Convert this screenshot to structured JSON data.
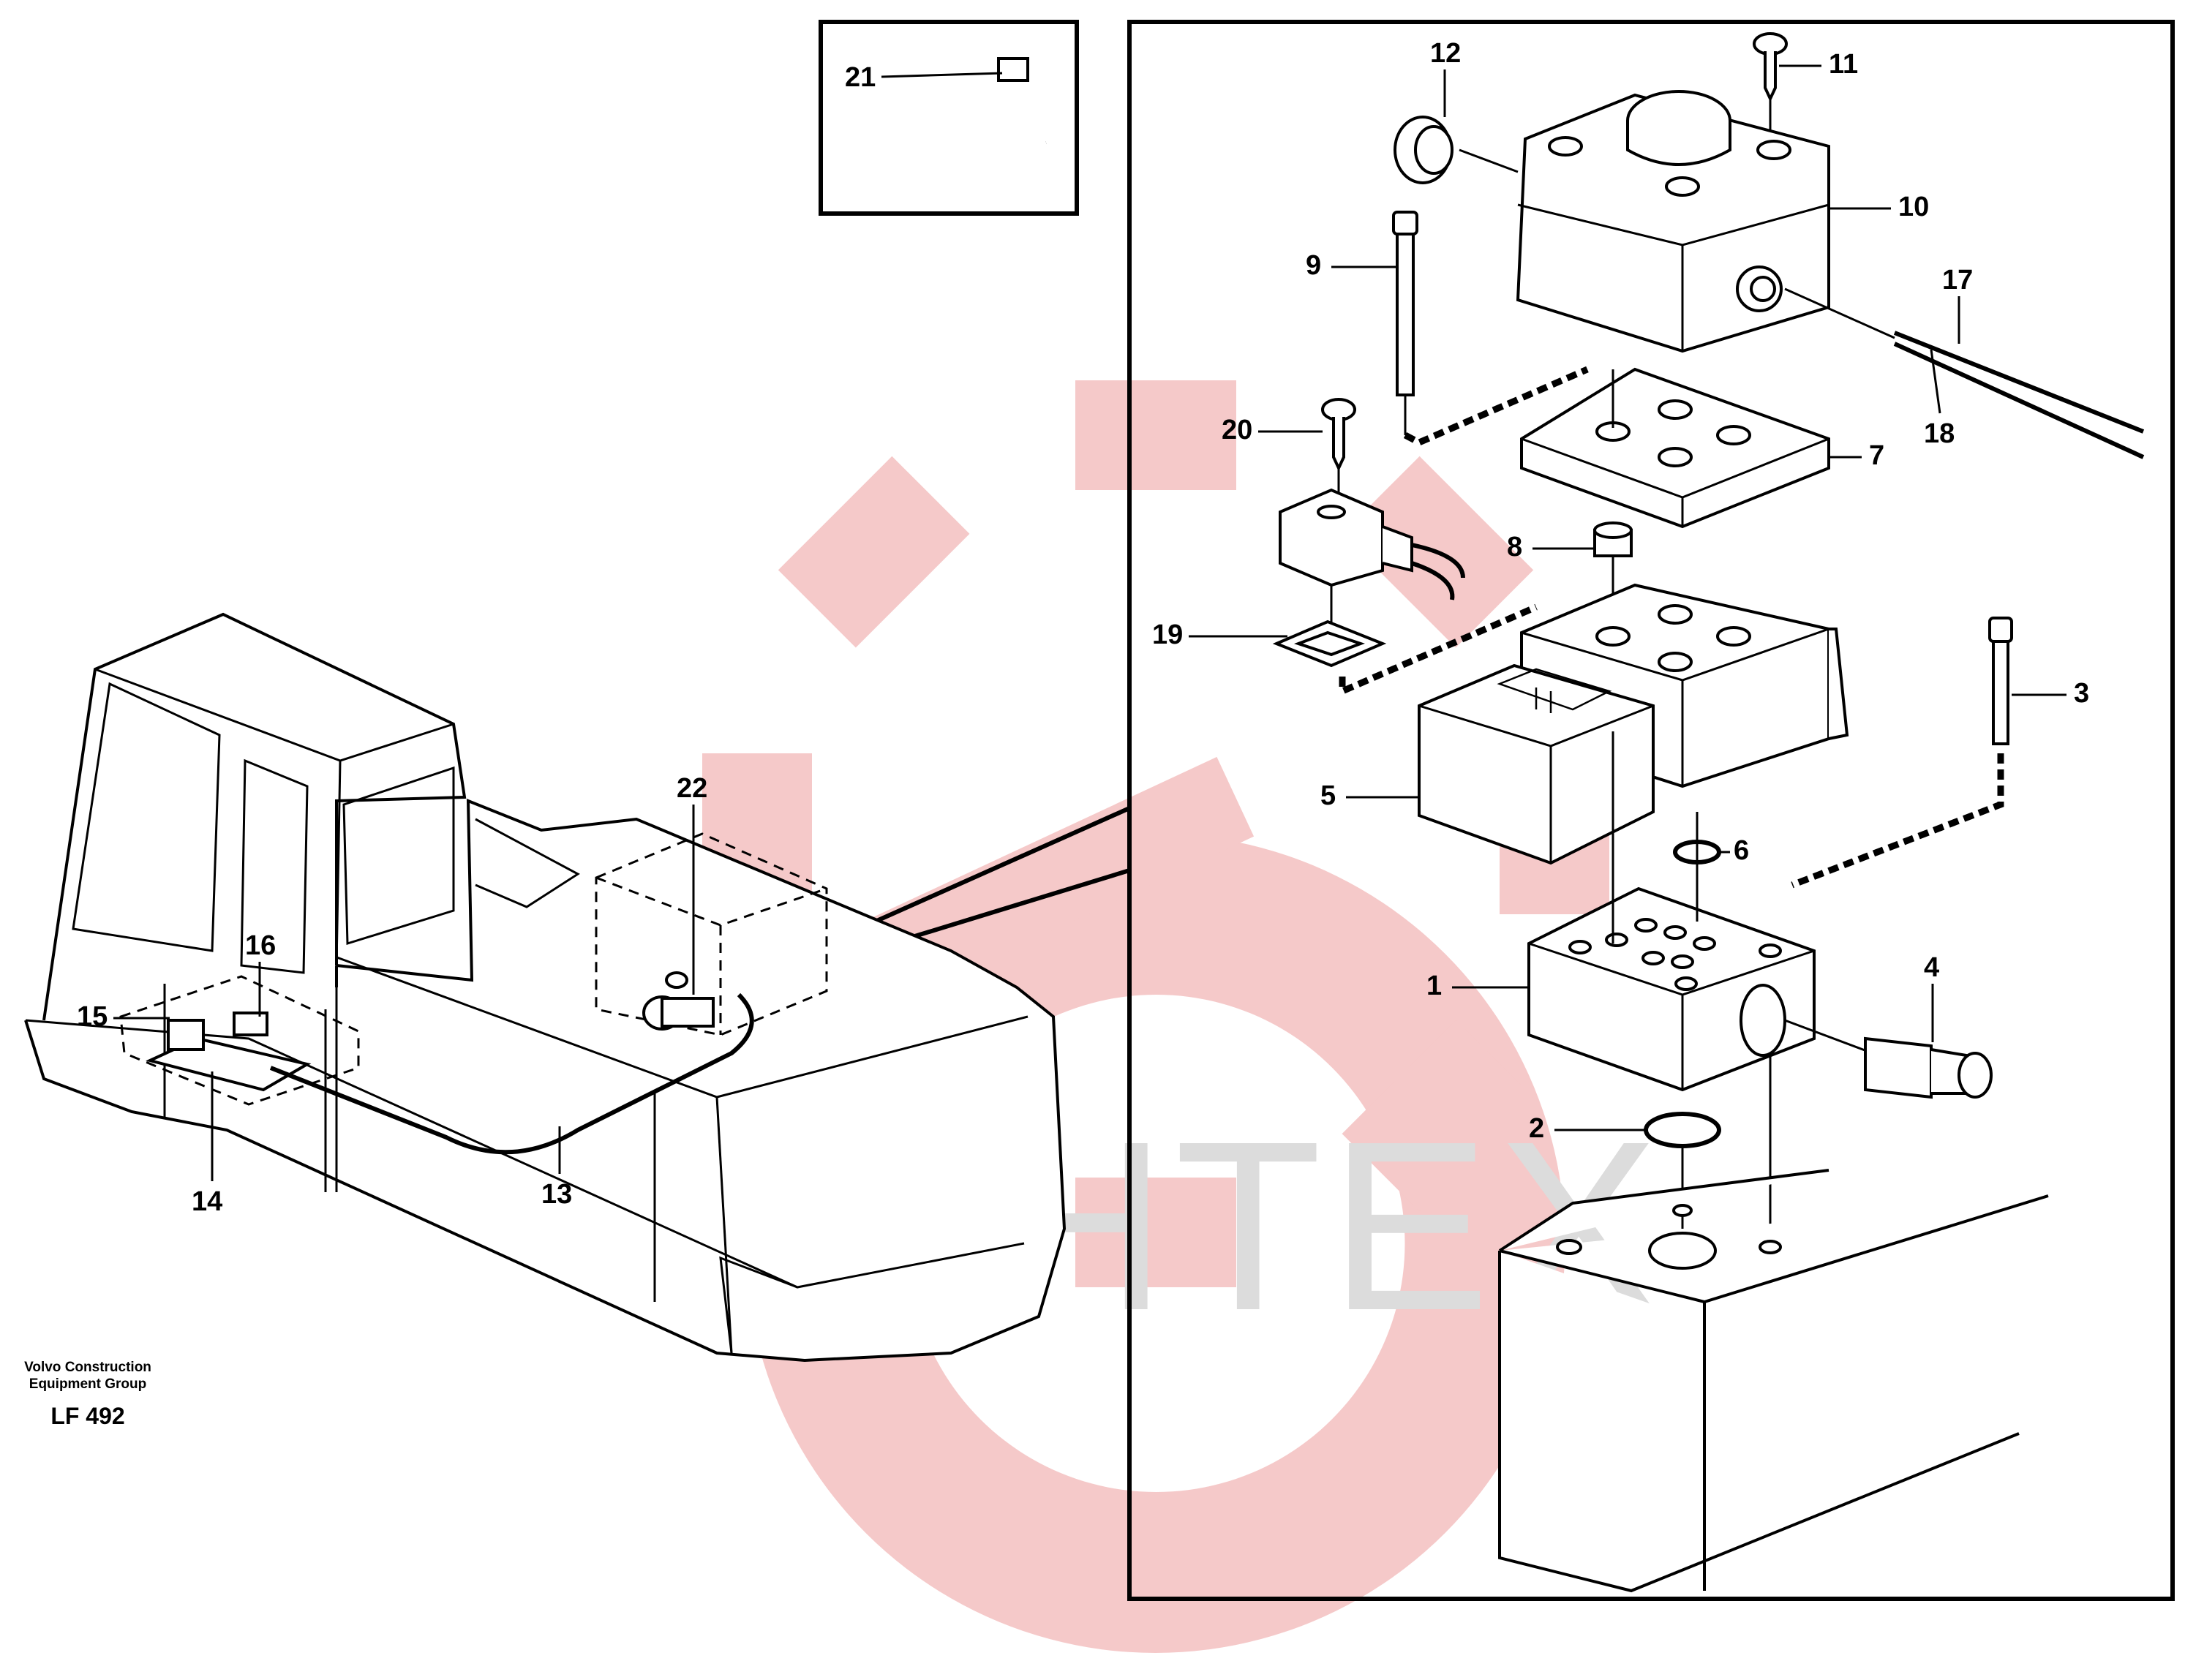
{
  "watermark": {
    "text": "ИНТЕХ",
    "colors": {
      "logo": "#f2b8b8",
      "text": "#d9d9d9"
    }
  },
  "footer": {
    "company": "Volvo Construction Equipment Group",
    "code": "LF 492"
  },
  "callouts": [
    "1",
    "2",
    "3",
    "4",
    "5",
    "6",
    "7",
    "8",
    "9",
    "10",
    "11",
    "12",
    "13",
    "14",
    "15",
    "16",
    "17",
    "18",
    "19",
    "20",
    "21",
    "22"
  ]
}
